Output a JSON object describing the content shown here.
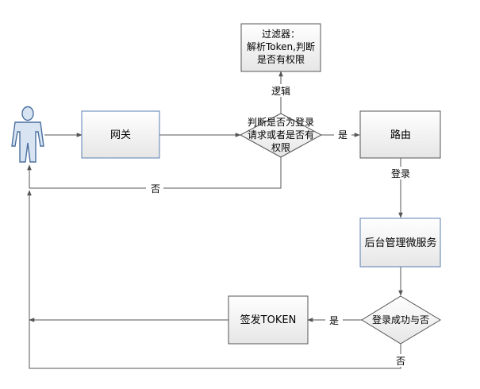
{
  "nodes": {
    "user": {
      "name": ""
    },
    "gateway": {
      "label": "网关"
    },
    "filter": {
      "lines": [
        "过滤器：",
        "解析Token,判断",
        "是否有权限"
      ]
    },
    "decision_auth": {
      "lines": [
        "判断是否为登录",
        "请求或者是否有",
        "权限"
      ]
    },
    "router": {
      "label": "路由"
    },
    "backend": {
      "label": "后台管理微服务"
    },
    "decision_login": {
      "label": "登录成功与否"
    },
    "issue_token": {
      "label": "签发TOKEN"
    }
  },
  "edges": {
    "logic": "逻辑",
    "auth_yes": "是",
    "auth_no": "否",
    "login": "登录",
    "login_yes": "是",
    "login_no": "否"
  },
  "colors": {
    "stroke": "#555555",
    "box_fill_top": "#ffffff",
    "box_fill_bottom": "#e8e8e8",
    "blue_stroke": "#5b7fb0",
    "actor_stroke": "#4a6fa0",
    "actor_fill": "#d8e4f2"
  }
}
